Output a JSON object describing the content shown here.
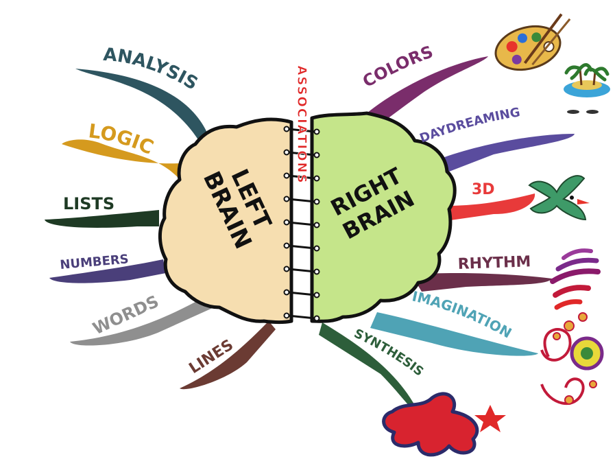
{
  "left_hemisphere": {
    "title_line1": "LEFT",
    "title_line2": "BRAIN",
    "fill": "#F6DEB0",
    "branches": [
      {
        "label": "ANALYSIS",
        "color": "#2E5560"
      },
      {
        "label": "LOGIC",
        "color": "#D59A1E"
      },
      {
        "label": "LISTS",
        "color": "#1E3A24"
      },
      {
        "label": "NUMBERS",
        "color": "#4A3F7A"
      },
      {
        "label": "WORDS",
        "color": "#8F8F8F"
      },
      {
        "label": "LINES",
        "color": "#6B3B33"
      }
    ]
  },
  "right_hemisphere": {
    "title_line1": "RIGHT",
    "title_line2": "BRAIN",
    "fill": "#C5E58A",
    "branches": [
      {
        "label": "COLORS",
        "color": "#7A2D6B"
      },
      {
        "label": "DAYDREAMING",
        "color": "#5A4C9E"
      },
      {
        "label": "3D",
        "color": "#E83A3A"
      },
      {
        "label": "RHYTHM",
        "color": "#6B2F4A"
      },
      {
        "label": "IMAGINATION",
        "color": "#4FA3B5"
      },
      {
        "label": "SYNTHESIS",
        "color": "#2D5E3A"
      }
    ]
  },
  "center": {
    "label": "ASSOCIATIONS",
    "color": "#E02828"
  },
  "illustrations": [
    {
      "name": "paint-palette-icon"
    },
    {
      "name": "island-icon"
    },
    {
      "name": "eyes-icon"
    },
    {
      "name": "bird-icon"
    },
    {
      "name": "rhythm-waves-icon"
    },
    {
      "name": "spirals-icon"
    },
    {
      "name": "splash-icon"
    }
  ]
}
